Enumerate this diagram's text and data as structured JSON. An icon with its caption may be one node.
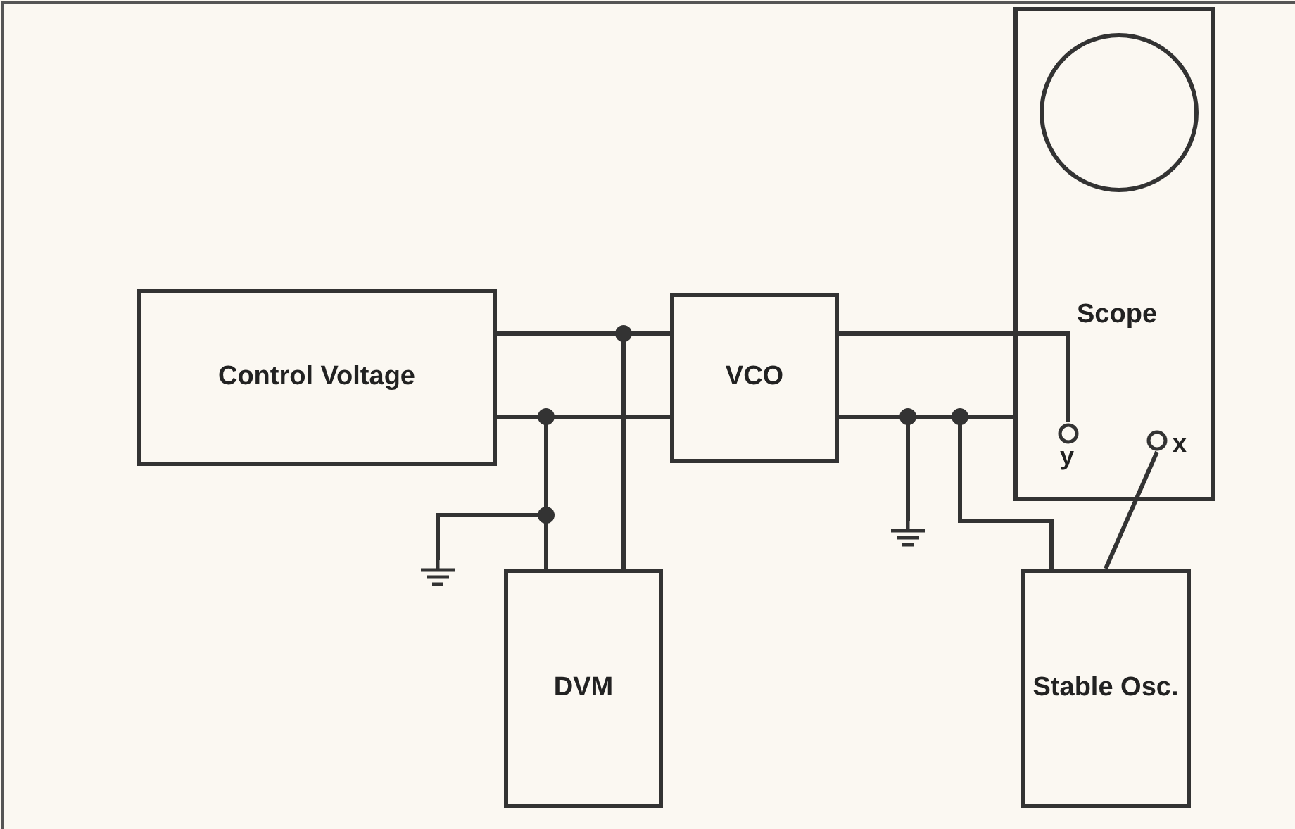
{
  "diagram": {
    "nodes": [
      {
        "text": [
          "Control Voltage"
        ]
      },
      {
        "text": [
          "VCO"
        ]
      },
      {
        "text": [
          "DVM"
        ]
      },
      {
        "text": [
          "Scope"
        ]
      },
      {
        "text": [
          "y"
        ],
        "in": 3
      },
      {
        "text": [
          "x"
        ],
        "in": 3
      },
      {
        "text": [
          "Stable Osc."
        ]
      },
      {
        "text": [],
        "shape": "ground"
      },
      {
        "text": [],
        "shape": "ground"
      }
    ],
    "edges": [
      {
        "from": 0,
        "to": 1,
        "arrow": "none"
      },
      {
        "from": 0,
        "to": 2,
        "arrow": "none"
      },
      {
        "from": 0,
        "to": 1,
        "arrow": "none"
      },
      {
        "from": 0,
        "to": 2,
        "arrow": "none"
      },
      {
        "from": 0,
        "to": 7,
        "arrow": "none"
      },
      {
        "from": 1,
        "to": 4,
        "arrow": "none"
      },
      {
        "from": 1,
        "to": 3,
        "arrow": "none"
      },
      {
        "from": 1,
        "to": 8,
        "arrow": "none"
      },
      {
        "from": 1,
        "to": 6,
        "arrow": "none"
      },
      {
        "from": 6,
        "to": 5,
        "arrow": "none"
      }
    ]
  }
}
